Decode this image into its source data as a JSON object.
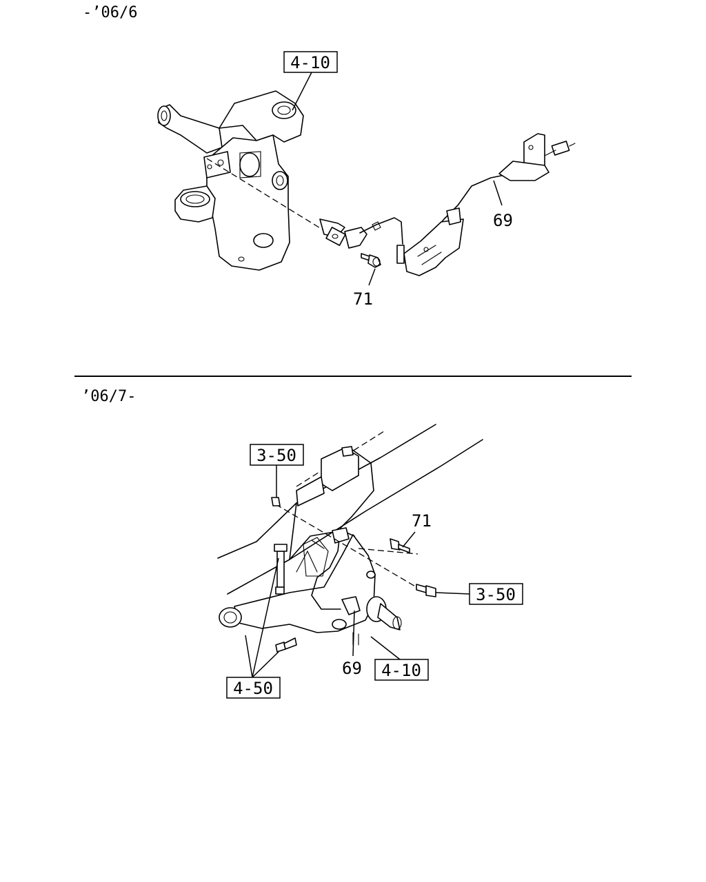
{
  "upper_diagram": {
    "date_range": "-’06/6",
    "ref_knuckle": "4-10",
    "callout_sensor": "69",
    "callout_bolt": "71"
  },
  "lower_diagram": {
    "date_range": "’06/7-",
    "ref_frame_top": "3-50",
    "ref_frame_right": "3-50",
    "callout_bolt": "71",
    "callout_sensor": "69",
    "ref_knuckle": "4-10",
    "ref_axle": "4-50"
  }
}
